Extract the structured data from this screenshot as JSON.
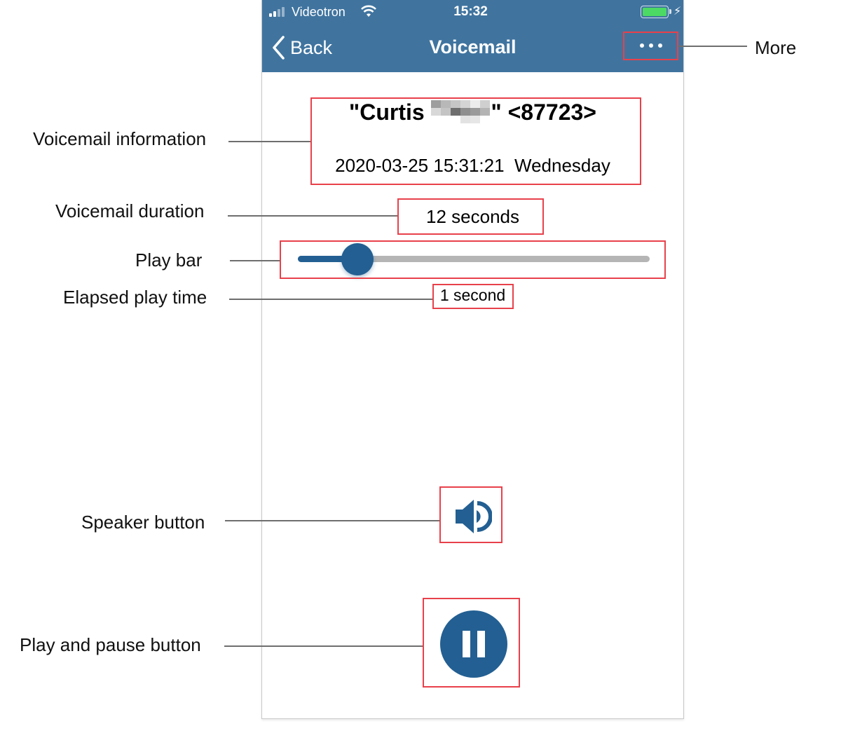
{
  "status_bar": {
    "carrier": "Videotron",
    "time": "15:32",
    "signal_bars": 4,
    "signal_active": 2,
    "battery_color": "#4cd964"
  },
  "nav": {
    "back_label": "Back",
    "title": "Voicemail",
    "more_icon": "ellipsis-icon",
    "bar_color": "#40749f"
  },
  "voicemail": {
    "caller_prefix": "\"Curtis ",
    "caller_suffix": "\" <87723>",
    "caller_name_redacted": true,
    "datetime": "2020-03-25 15:31:21  Wednesday",
    "duration": "12 seconds",
    "elapsed": "1 second",
    "progress_percent": 17,
    "accent_color": "#235f92"
  },
  "controls": {
    "speaker_icon": "speaker-icon",
    "play_pause_icon": "pause-icon"
  },
  "annotations": {
    "more": "More",
    "voicemail_information": "Voicemail information",
    "voicemail_duration": "Voicemail duration",
    "play_bar": "Play bar",
    "elapsed_play_time": "Elapsed play time",
    "speaker_button": "Speaker button",
    "play_and_pause_button": "Play and pause button",
    "highlight_color": "#e8414b"
  }
}
